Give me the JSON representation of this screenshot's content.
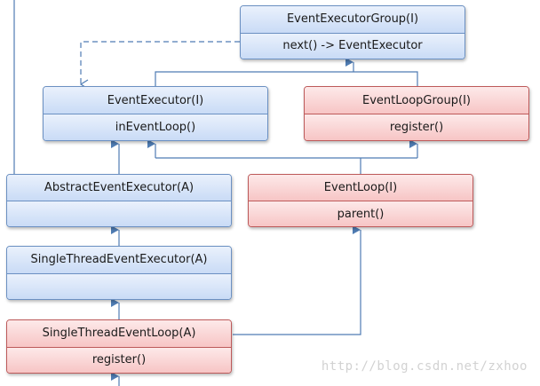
{
  "nodes": {
    "event_executor_group": {
      "title": "EventExecutorGroup(I)",
      "method": "next() -> EventExecutor"
    },
    "event_executor": {
      "title": "EventExecutor(I)",
      "method": "inEventLoop()"
    },
    "event_loop_group": {
      "title": "EventLoopGroup(I)",
      "method": "register()"
    },
    "abstract_event_executor": {
      "title": "AbstractEventExecutor(A)",
      "method": ""
    },
    "event_loop": {
      "title": "EventLoop(I)",
      "method": "parent()"
    },
    "single_thread_event_executor": {
      "title": "SingleThreadEventExecutor(A)",
      "method": ""
    },
    "single_thread_event_loop": {
      "title": "SingleThreadEventLoop(A)",
      "method": "register()"
    }
  },
  "colors": {
    "interface_blue": "#6b90c2",
    "class_red": "#bd5a5a",
    "edge": "#4f7cb3"
  },
  "watermark": "http://blog.csdn.net/zxhoo"
}
